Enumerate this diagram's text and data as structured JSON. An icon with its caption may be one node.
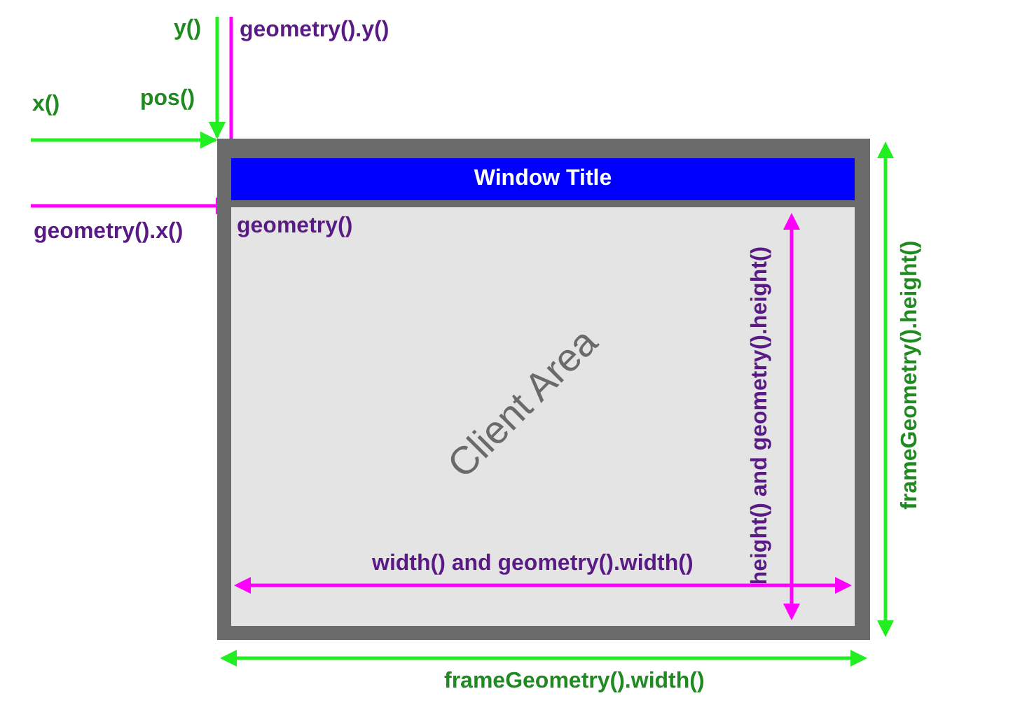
{
  "diagram": {
    "nodes": [
      {
        "text": [],
        "shape": "box"
      },
      {
        "text": [
          "Window Title"
        ],
        "in": 0
      },
      {
        "text": [
          "geometry()",
          "Client Area"
        ],
        "in": 0
      },
      {
        "text": [
          "x()"
        ]
      },
      {
        "text": [
          "y()"
        ]
      },
      {
        "text": [
          "geometry().x()"
        ]
      },
      {
        "text": [
          "geometry().y()"
        ]
      }
    ],
    "edges": [
      {
        "from": 3,
        "to": 0,
        "arrow": "to",
        "color": "#22ee22"
      },
      {
        "from": 4,
        "to": 0,
        "arrow": "to",
        "color": "#22ee22"
      },
      {
        "from": 5,
        "to": 2,
        "arrow": "to",
        "color": "#ff00ff"
      },
      {
        "from": 6,
        "to": 2,
        "arrow": "to",
        "color": "#ff00ff"
      }
    ],
    "labels": [
      "pos()",
      "width() and geometry().width()",
      "height() and geometry().height()",
      "frameGeometry().width()",
      "frameGeometry().height()"
    ]
  }
}
